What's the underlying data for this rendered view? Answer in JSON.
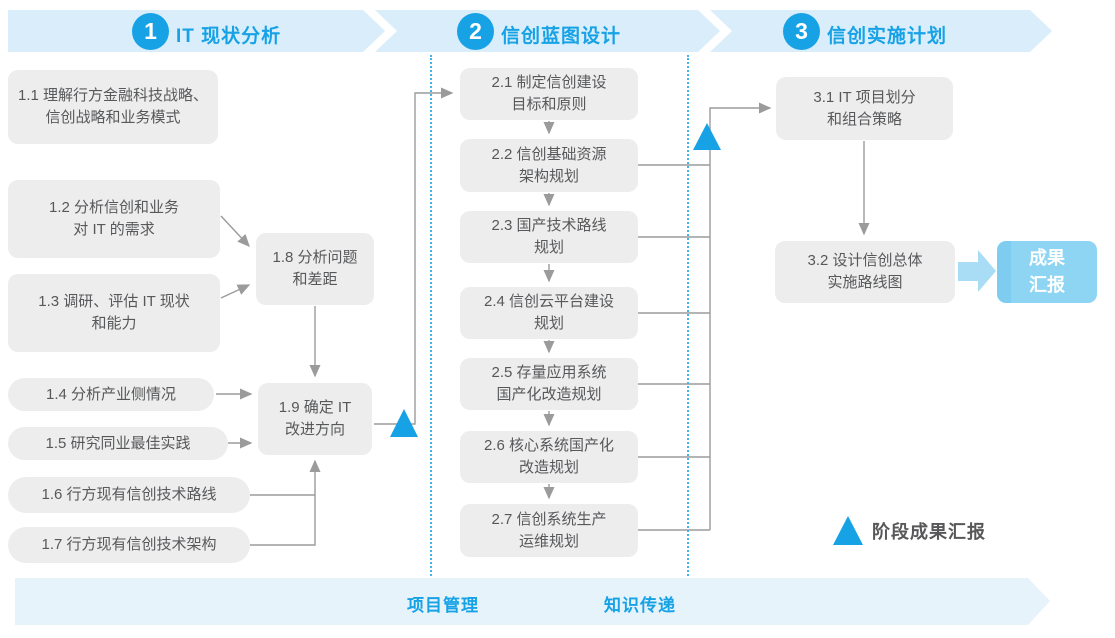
{
  "headers": [
    {
      "num": "1",
      "title": "IT 现状分析"
    },
    {
      "num": "2",
      "title": "信创蓝图设计"
    },
    {
      "num": "3",
      "title": "信创实施计划"
    }
  ],
  "boxes": {
    "b1_1": [
      "1.1 理解行方金融科技战略、",
      "信创战略和业务模式"
    ],
    "b1_2": [
      "1.2 分析信创和业务",
      "对 IT 的需求"
    ],
    "b1_3": [
      "1.3 调研、评估 IT 现状",
      "和能力"
    ],
    "b1_4": [
      "1.4 分析产业侧情况"
    ],
    "b1_5": [
      "1.5 研究同业最佳实践"
    ],
    "b1_6": [
      "1.6 行方现有信创技术路线"
    ],
    "b1_7": [
      "1.7 行方现有信创技术架构"
    ],
    "b1_8": [
      "1.8 分析问题",
      "和差距"
    ],
    "b1_9": [
      "1.9 确定 IT",
      "改进方向"
    ],
    "b2_1": [
      "2.1 制定信创建设",
      "目标和原则"
    ],
    "b2_2": [
      "2.2 信创基础资源",
      "架构规划"
    ],
    "b2_3": [
      "2.3 国产技术路线",
      "规划"
    ],
    "b2_4": [
      "2.4 信创云平台建设",
      "规划"
    ],
    "b2_5": [
      "2.5 存量应用系统",
      "国产化改造规划"
    ],
    "b2_6": [
      "2.6 核心系统国产化",
      "改造规划"
    ],
    "b2_7": [
      "2.7 信创系统生产",
      "运维规划"
    ],
    "b3_1": [
      "3.1 IT 项目划分",
      "和组合策略"
    ],
    "b3_2": [
      "3.2 设计信创总体",
      "实施路线图"
    ],
    "result": [
      "成果",
      "汇报"
    ]
  },
  "footer": {
    "project_management": "项目管理",
    "knowledge_transfer": "知识传递"
  },
  "legend": {
    "milestone": "阶段成果汇报"
  },
  "colors": {
    "accent_blue": "#17A2E6",
    "band_blue": "#D9EDFA",
    "footer_band_blue": "#E6F3FB",
    "result_blue": "#8ED5F3",
    "box_gray": "#EDEDED",
    "text_gray": "#57585A",
    "connector_gray": "#9B9B9B"
  }
}
